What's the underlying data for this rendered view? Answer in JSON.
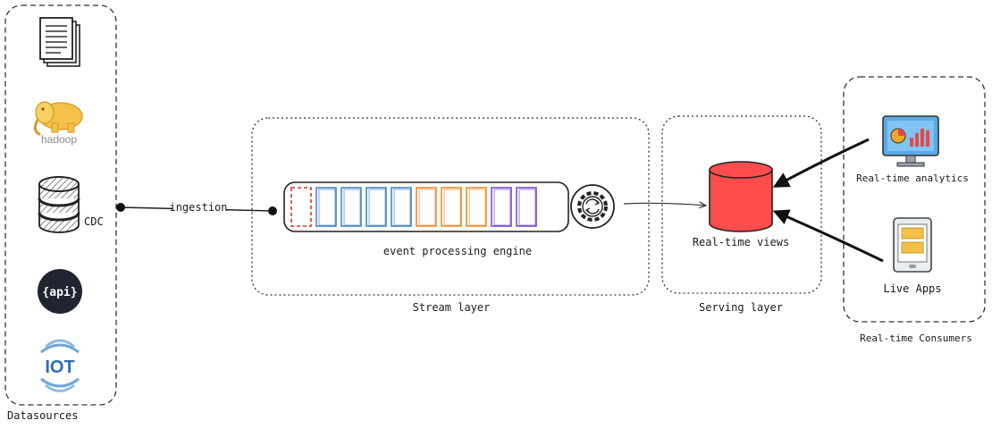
{
  "datasources": {
    "label": "Datasources",
    "hadoop_text": "hadoop",
    "cdc_label": "CDC",
    "api_text": "{api}",
    "iot_text": "IOT"
  },
  "ingestion": {
    "label": "ingestion"
  },
  "stream_layer": {
    "label": "Stream layer",
    "engine_label": "event processing engine",
    "queue_colors": [
      "#e03131",
      "#4a86c8",
      "#4a86c8",
      "#4a86c8",
      "#4a86c8",
      "#f08c2e",
      "#f08c2e",
      "#f08c2e",
      "#7a4fd0",
      "#7a4fd0"
    ]
  },
  "serving_layer": {
    "label": "Serving layer",
    "views_label": "Real-time views",
    "db_color": "#ff4d4d"
  },
  "consumers": {
    "label": "Real-time Consumers",
    "analytics_label": "Real-time analytics",
    "apps_label": "Live Apps"
  }
}
